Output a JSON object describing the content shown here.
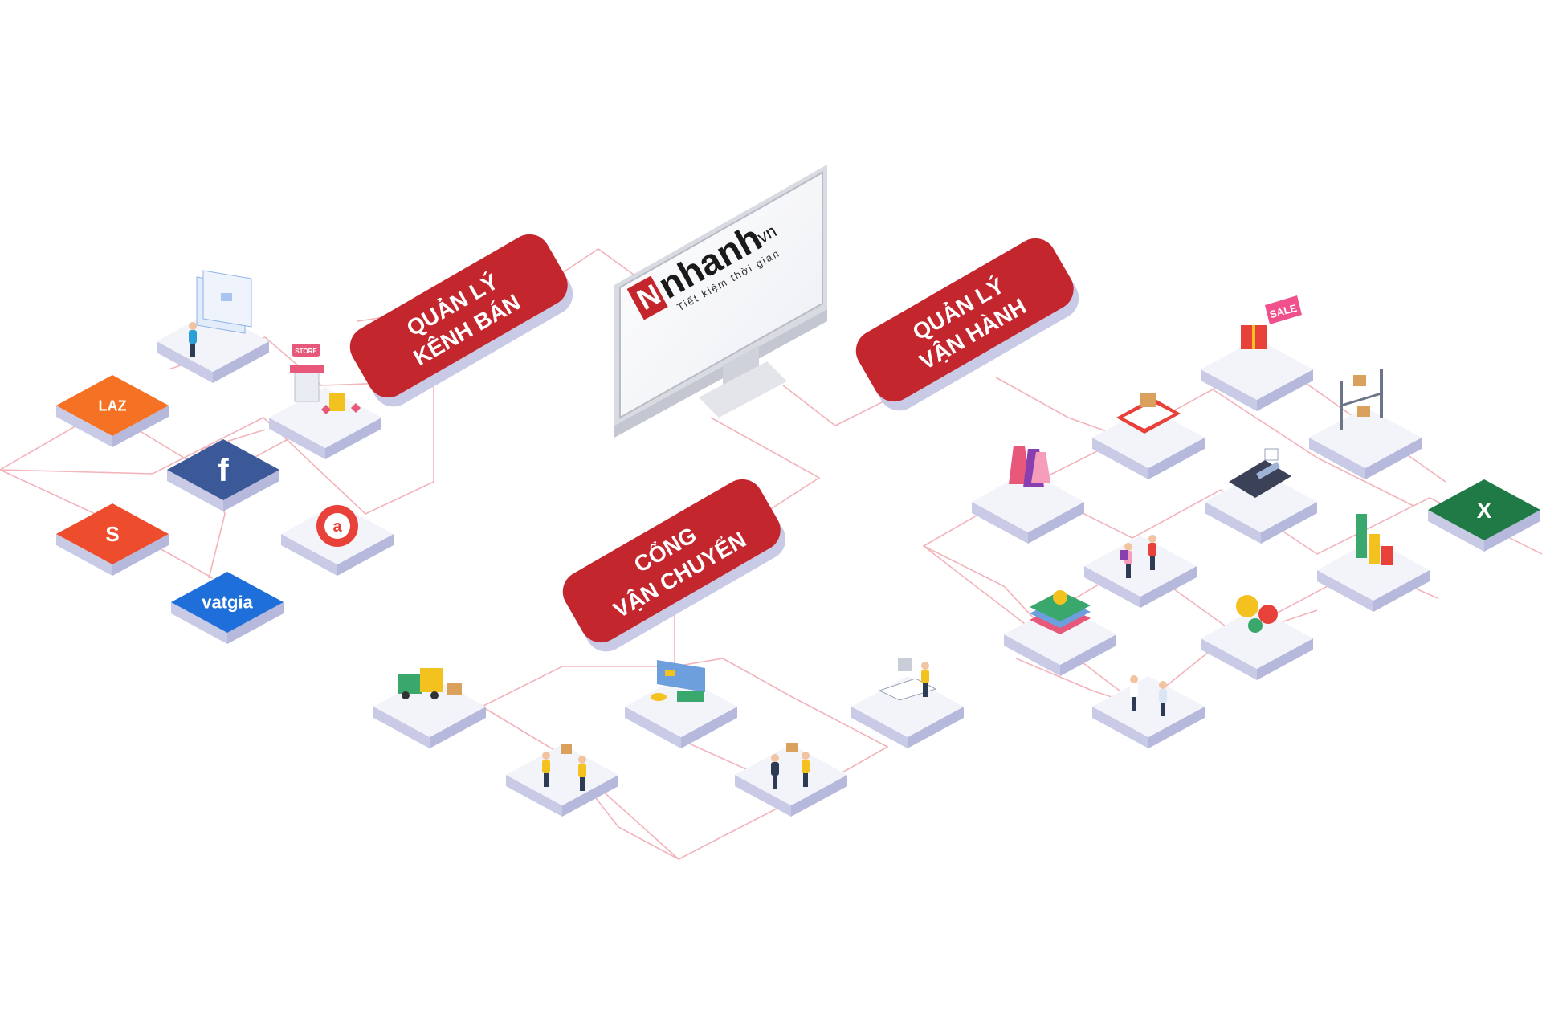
{
  "brand": {
    "logo_text": "nhanh",
    "logo_suffix": ".vn",
    "slogan": "Tiết kiệm thời gian",
    "colors": {
      "red": "#c4262e",
      "dark_red": "#a01c22",
      "shadow": "#c9cbe6",
      "tile": "#f1f2f8",
      "line": "#f2b3ba"
    }
  },
  "hubs": {
    "sales": {
      "line1": "QUẢN LÝ",
      "line2": "KÊNH BÁN"
    },
    "ops": {
      "line1": "QUẢN LÝ",
      "line2": "VẬN HÀNH"
    },
    "shipping": {
      "line1": "CỔNG",
      "line2": "VẬN CHUYỂN"
    }
  },
  "channels": {
    "lazada": "LAZ",
    "facebook": "f",
    "shopee": "S",
    "vatgia": "vatgia",
    "adayroi": "a",
    "store_sign": "STORE"
  },
  "ops_tiles": {
    "sale_tag": "SALE",
    "excel": "X"
  },
  "icons": [
    "lazada-icon",
    "facebook-icon",
    "shopee-icon",
    "vatgia-icon",
    "adayroi-icon",
    "store-icon",
    "web-admin-icon",
    "truck-icon",
    "delivery-handoff-icon",
    "payment-card-icon",
    "parcel-handoff-icon",
    "support-desk-icon",
    "clothes-icon",
    "order-tablet-icon",
    "gift-sale-icon",
    "warehouse-shelf-icon",
    "pos-terminal-icon",
    "excel-icon",
    "shoppers-icon",
    "bar-chart-icon",
    "books-icon",
    "gears-icon",
    "staff-icon",
    "monitor-icon"
  ]
}
